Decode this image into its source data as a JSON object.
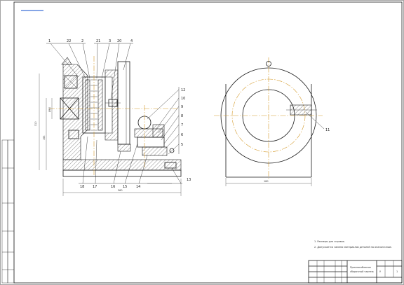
{
  "drawing": {
    "sheet_border_color": "#1a1a1a",
    "centerline_color": "#d49a2a",
    "blue_accent_color": "#3c6fd8",
    "leaders_left_top": [
      "1",
      "22",
      "2",
      "21",
      "3",
      "20",
      "4"
    ],
    "leaders_right": [
      "12",
      "10",
      "9",
      "8",
      "7",
      "6",
      "5"
    ],
    "leaders_bottom": [
      "18",
      "17",
      "16",
      "15",
      "14",
      "13"
    ],
    "leader_side_view": "11",
    "notes": [
      "1. Размеры для справок.",
      "2. Допускается замена материалов деталей на аналогичные."
    ]
  },
  "title_block": {
    "title_lines": [
      "Приспособление",
      "сборочный чертеж"
    ],
    "letter": "У",
    "sheet_count": "1"
  }
}
